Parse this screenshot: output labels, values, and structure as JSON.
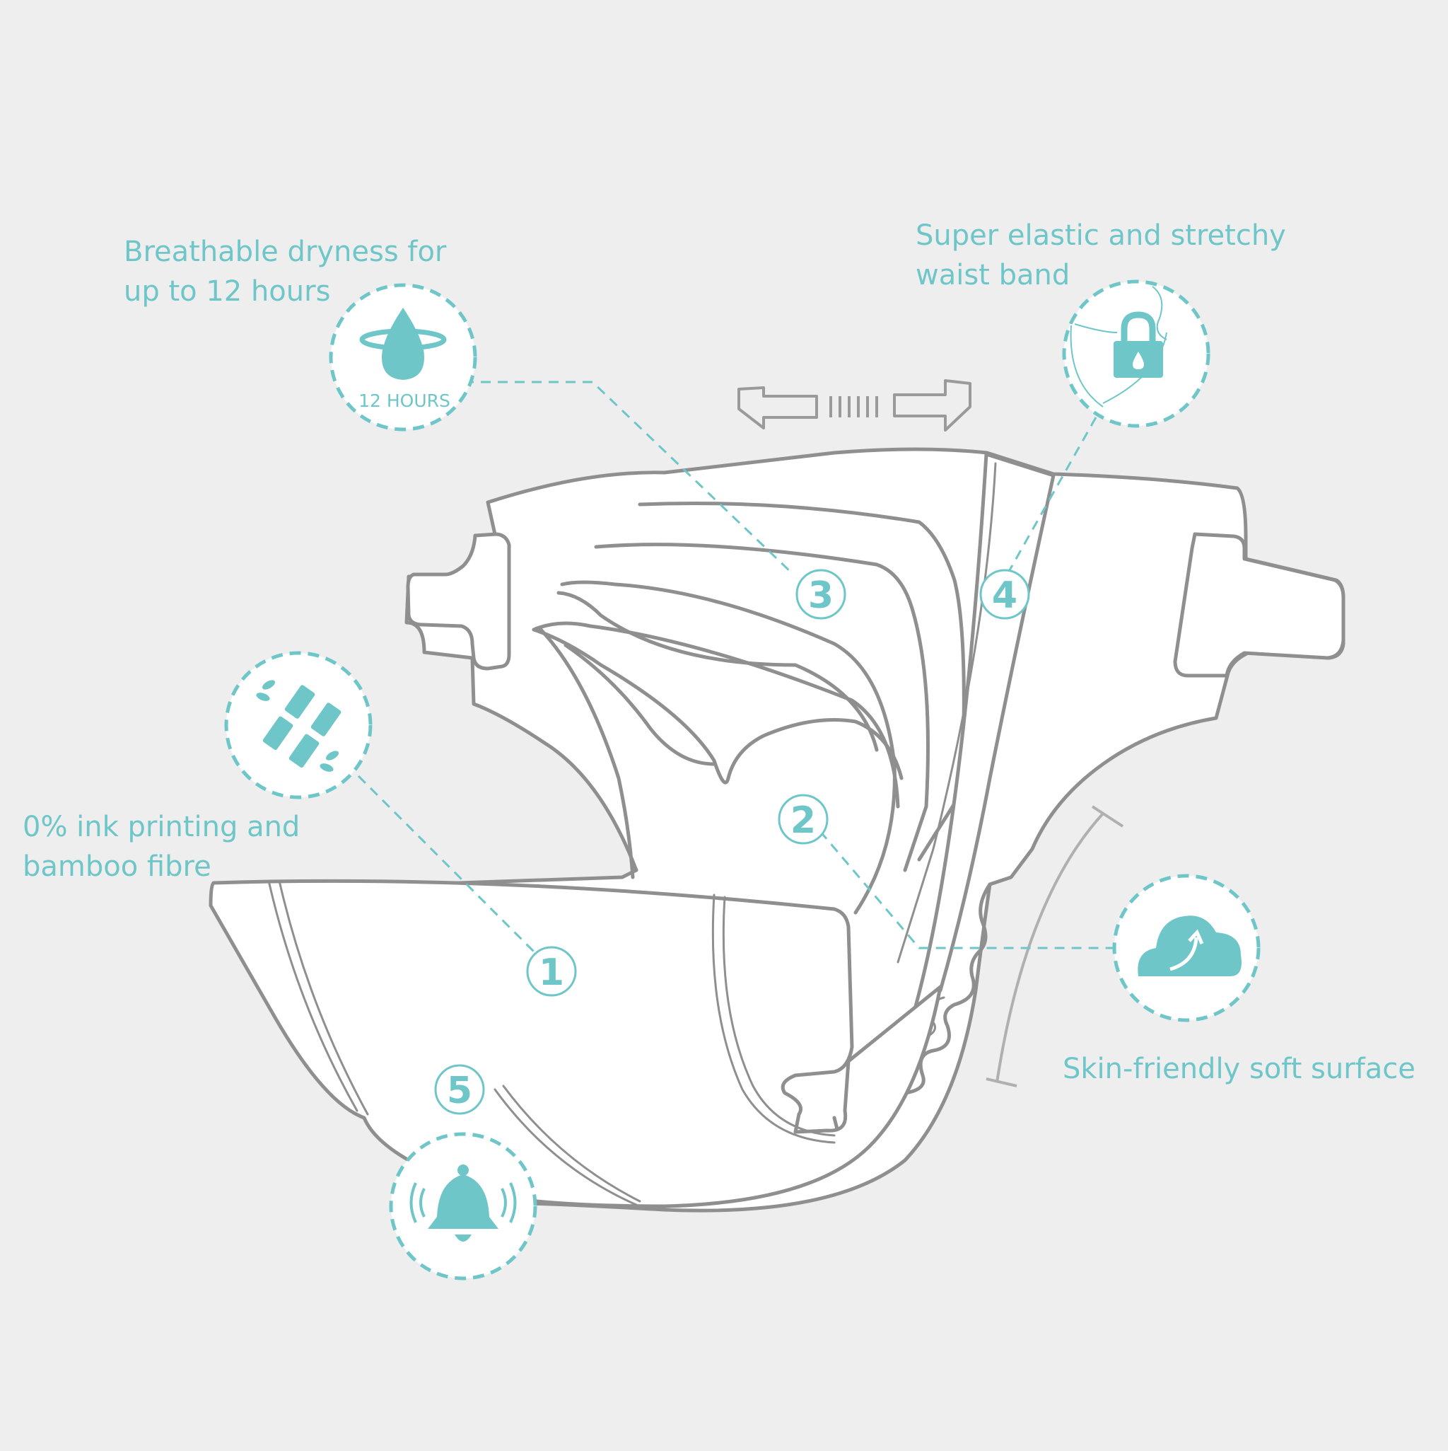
{
  "features": {
    "breathable": {
      "line1": "Breathable dryness for",
      "line2": "up to 12 hours",
      "icon": "droplet-12-hours-icon",
      "icon_text": "12 HOURS"
    },
    "waistband": {
      "line1": "Super elastic and stretchy",
      "line2": "waist band",
      "icon": "padlock-icon"
    },
    "bamboo": {
      "line1": "0% ink printing and",
      "line2": "bamboo fibre",
      "icon": "bamboo-icon"
    },
    "skin": {
      "line1": "Skin-friendly soft surface",
      "icon": "cloud-icon"
    },
    "indicator": {
      "icon": "bell-icon"
    }
  },
  "markers": [
    "1",
    "2",
    "3",
    "4",
    "5"
  ],
  "colors": {
    "accent": "#6ec6c9",
    "outline": "#8f8f8f",
    "background": "#eeeeee",
    "fill": "#ffffff"
  }
}
